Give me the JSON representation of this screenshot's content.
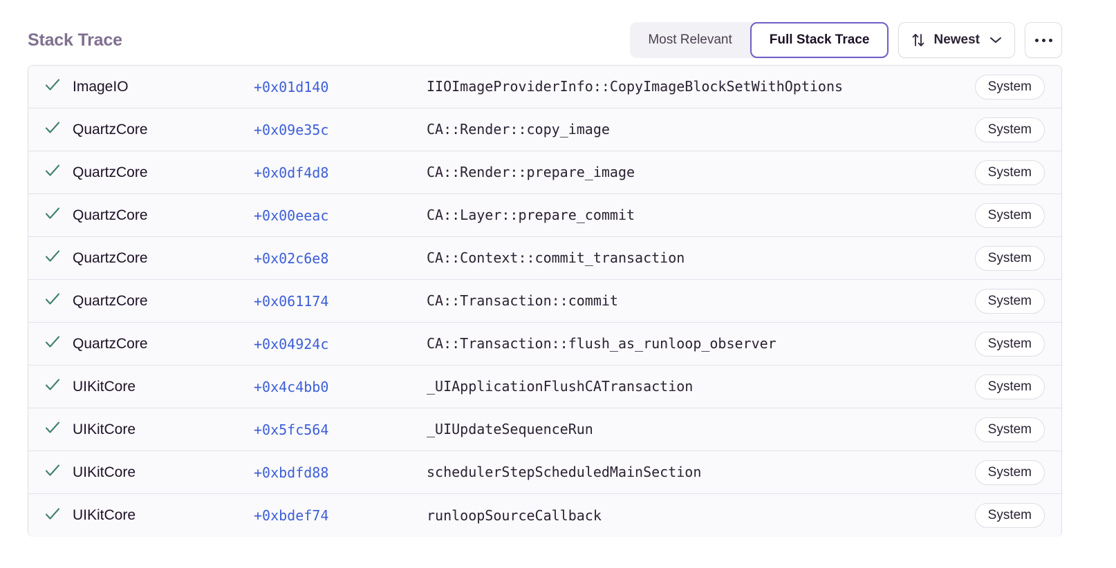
{
  "header": {
    "title": "Stack Trace",
    "segmented": {
      "options": [
        {
          "label": "Most Relevant",
          "selected": false
        },
        {
          "label": "Full Stack Trace",
          "selected": true
        }
      ]
    },
    "sort": {
      "icon": "sort-arrows-icon",
      "label": "Newest",
      "chevron": "chevron-down-icon"
    },
    "overflow_menu": {
      "icon": "ellipsis-icon",
      "label": "..."
    }
  },
  "colors": {
    "accent_purple": "#6c5fc7",
    "link_blue": "#3c5fd8",
    "check_green": "#3f8268",
    "title_purple_gray": "#80708f",
    "row_background": "#faf9fb",
    "row_divider": "#e4e1ea",
    "border": "#e0dce5",
    "segment_track": "#f2f1f6"
  },
  "frames": [
    {
      "status_icon": "check-icon",
      "module": "ImageIO",
      "offset": "+0x01d140",
      "function": "IIOImageProviderInfo::CopyImageBlockSetWithOptions",
      "badge": "System"
    },
    {
      "status_icon": "check-icon",
      "module": "QuartzCore",
      "offset": "+0x09e35c",
      "function": "CA::Render::copy_image",
      "badge": "System"
    },
    {
      "status_icon": "check-icon",
      "module": "QuartzCore",
      "offset": "+0x0df4d8",
      "function": "CA::Render::prepare_image",
      "badge": "System"
    },
    {
      "status_icon": "check-icon",
      "module": "QuartzCore",
      "offset": "+0x00eeac",
      "function": "CA::Layer::prepare_commit",
      "badge": "System"
    },
    {
      "status_icon": "check-icon",
      "module": "QuartzCore",
      "offset": "+0x02c6e8",
      "function": "CA::Context::commit_transaction",
      "badge": "System"
    },
    {
      "status_icon": "check-icon",
      "module": "QuartzCore",
      "offset": "+0x061174",
      "function": "CA::Transaction::commit",
      "badge": "System"
    },
    {
      "status_icon": "check-icon",
      "module": "QuartzCore",
      "offset": "+0x04924c",
      "function": "CA::Transaction::flush_as_runloop_observer",
      "badge": "System"
    },
    {
      "status_icon": "check-icon",
      "module": "UIKitCore",
      "offset": "+0x4c4bb0",
      "function": "_UIApplicationFlushCATransaction",
      "badge": "System"
    },
    {
      "status_icon": "check-icon",
      "module": "UIKitCore",
      "offset": "+0x5fc564",
      "function": "_UIUpdateSequenceRun",
      "badge": "System"
    },
    {
      "status_icon": "check-icon",
      "module": "UIKitCore",
      "offset": "+0xbdfd88",
      "function": "schedulerStepScheduledMainSection",
      "badge": "System"
    },
    {
      "status_icon": "check-icon",
      "module": "UIKitCore",
      "offset": "+0xbdef74",
      "function": "runloopSourceCallback",
      "badge": "System"
    }
  ]
}
